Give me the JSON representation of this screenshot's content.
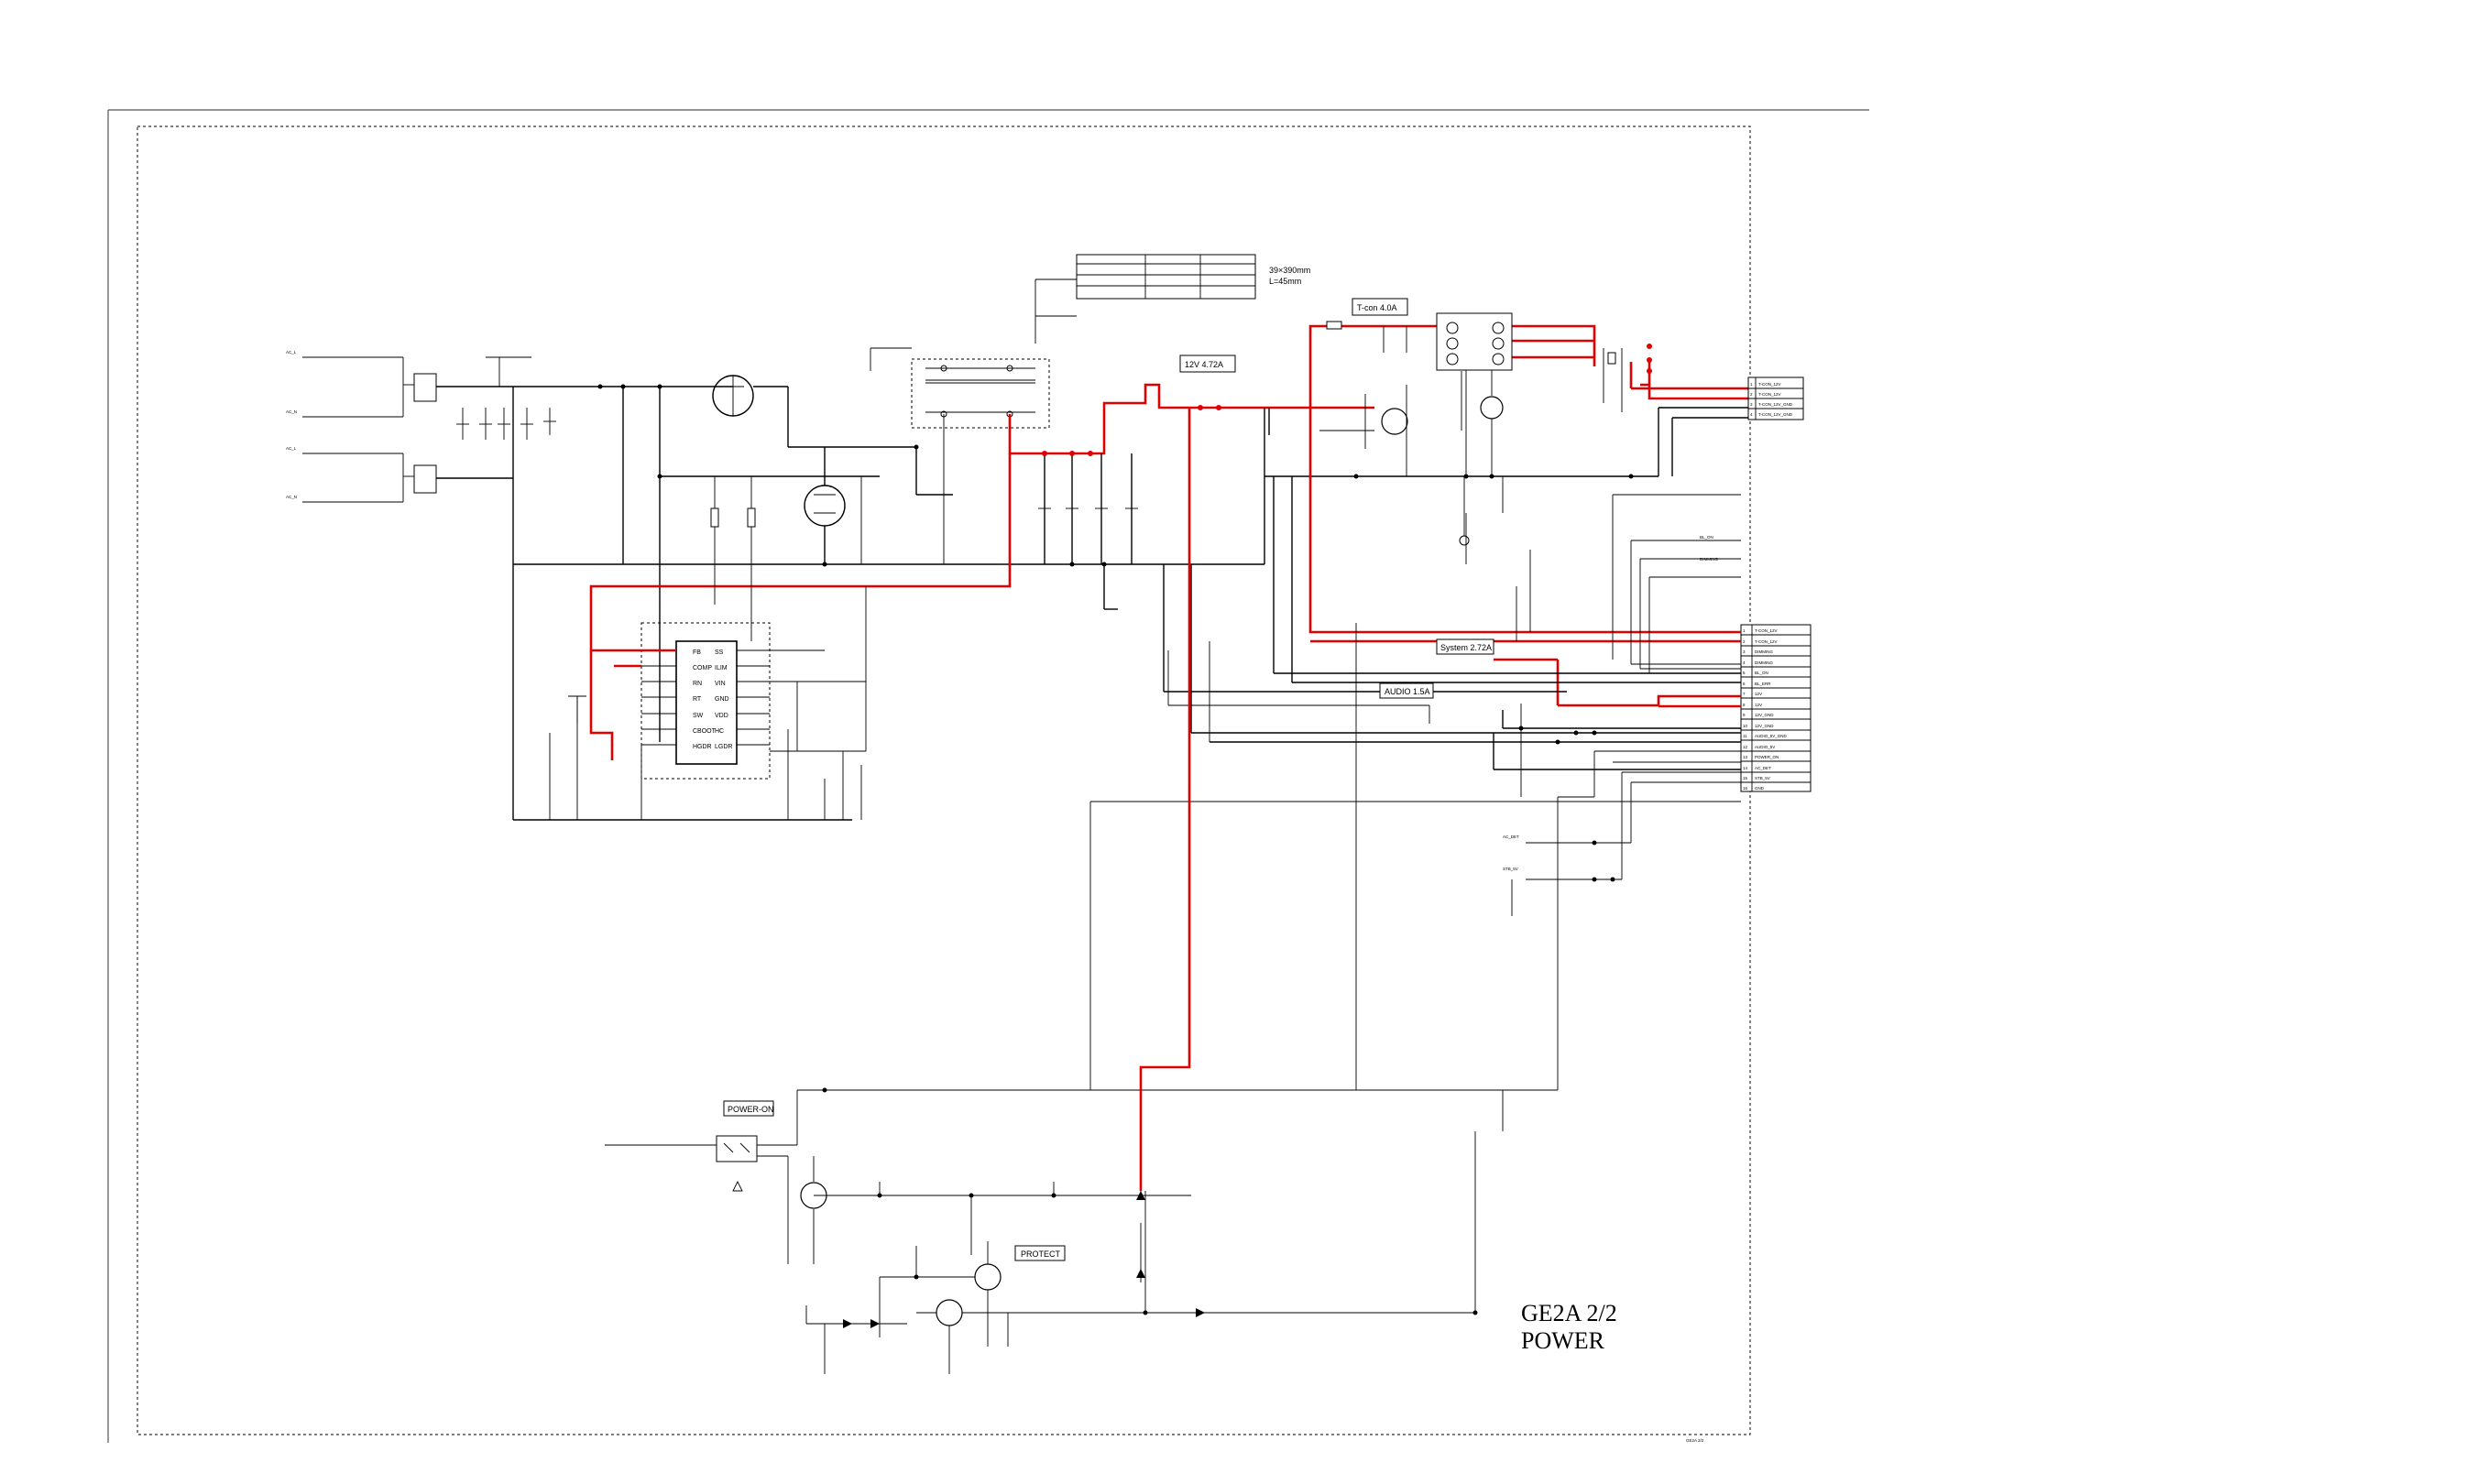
{
  "title_block": {
    "model": "GE2A 2/2",
    "section": "POWER",
    "drawing_no": "GE2A 2/2"
  },
  "current_labels": {
    "tcon": "T-con  4.0A",
    "v12": "12V  4.72A",
    "system": "System 2.72A",
    "audio": "AUDIO  1.5A"
  },
  "function_labels": {
    "power_on": "POWER-ON",
    "protect": "PROTECT"
  },
  "pcb_note": {
    "line1": "39×390mm",
    "line2": "L=45mm"
  },
  "pwm_ic": {
    "left_pins": [
      "FB",
      "COMP",
      "RN",
      "RT",
      "SW",
      "CBOOT"
    ],
    "right_pins": [
      "SS",
      "ILIM",
      "VIN",
      "GND",
      "VDD",
      "HC"
    ],
    "extra_pins": [
      "LGDR",
      "HGDR"
    ]
  },
  "output_connector_top": {
    "pins": [
      "1",
      "2",
      "3",
      "4"
    ],
    "signals": [
      "T-CON_12V",
      "T-CON_12V",
      "T-CON_12V_GND",
      "T-CON_12V_GND"
    ]
  },
  "output_connector_main": {
    "pins": [
      "1",
      "2",
      "3",
      "4",
      "5",
      "6",
      "7",
      "8",
      "9",
      "10",
      "11",
      "12",
      "13",
      "14",
      "15",
      "16"
    ],
    "signals": [
      "T-CON_12V",
      "T-CON_12V",
      "DIMMING",
      "DIMMING",
      "BL_ON",
      "BL_ERR",
      "12V",
      "12V",
      "12V_GND",
      "12V_GND",
      "AUDIO_5V_GND",
      "AUDIO_5V",
      "POWER_ON",
      "AC_DET",
      "STB_5V",
      "GND"
    ]
  },
  "right_signals": {
    "bl_on": "BL_ON",
    "dimming": "DIMMING",
    "ac_det": "AC_DET",
    "stb": "STB_5V"
  },
  "ac_inputs": [
    "AC_L",
    "AC_N",
    "AC_L",
    "AC_N"
  ]
}
